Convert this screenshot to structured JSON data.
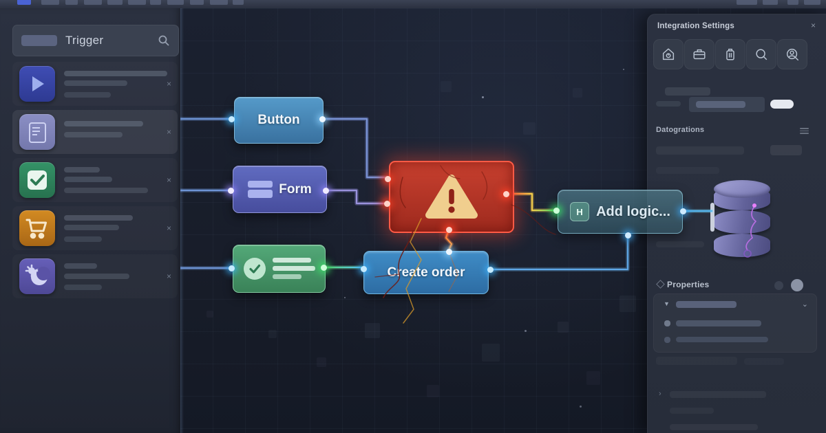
{
  "sidebar": {
    "search_label": "Trigger",
    "search_icon": "search-icon",
    "dismiss_label": "×",
    "items": [
      {
        "icon": "play-icon",
        "icon_color": "#3a47a8"
      },
      {
        "icon": "document-form-icon",
        "icon_color": "#8084b8",
        "highlighted": true
      },
      {
        "icon": "checkmark-icon",
        "icon_color": "#2f8a5f"
      },
      {
        "icon": "cart-icon",
        "icon_color": "#c8841f"
      },
      {
        "icon": "gear-moon-icon",
        "icon_color": "#5f58b0"
      }
    ]
  },
  "canvas": {
    "nodes": {
      "button": {
        "label": "Button",
        "color": "#478bbd"
      },
      "form": {
        "label": "Form",
        "icon": "briefcase-form-icon",
        "color": "#555cb2"
      },
      "error": {
        "icon": "warning-triangle-icon",
        "color": "#b5392b"
      },
      "task": {
        "icon": "check-circle-icon",
        "color": "#46996b"
      },
      "create_order": {
        "label": "Create order",
        "color": "#3781bd"
      },
      "add_logic": {
        "label": "Add logic...",
        "badge": "H",
        "icon": "logic-badge-icon",
        "color": "#49808f"
      },
      "database": {
        "icon": "database-icon",
        "color": "#6f6fae"
      }
    },
    "wire_colors": {
      "blue": "#6e95d6",
      "purple": "#9a92dc",
      "red": "#ff5a40",
      "yellow": "#ffd24a",
      "green": "#55d868",
      "cyan": "#5fa8e8",
      "orange": "#ffa040"
    }
  },
  "right_panel": {
    "title": "Integration Settings",
    "close_label": "×",
    "toolbar_icons": [
      "home-icon",
      "briefcase-icon",
      "bag-icon",
      "search-icon",
      "user-search-icon"
    ],
    "section_integrations_label": "Datogrations",
    "section_properties_label": "Properties"
  }
}
